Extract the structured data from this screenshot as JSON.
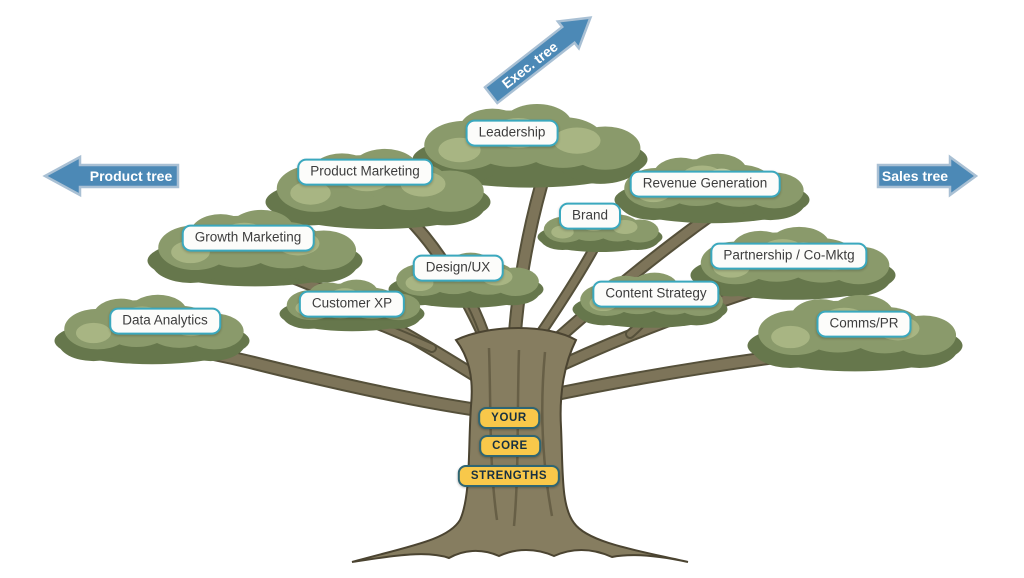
{
  "arrows": {
    "exec": {
      "label": "Exec. tree"
    },
    "product": {
      "label": "Product tree"
    },
    "sales": {
      "label": "Sales tree"
    }
  },
  "branches": {
    "leadership": {
      "label": "Leadership"
    },
    "product_marketing": {
      "label": "Product Marketing"
    },
    "revenue_generation": {
      "label": "Revenue Generation"
    },
    "brand": {
      "label": "Brand"
    },
    "growth_marketing": {
      "label": "Growth Marketing"
    },
    "design_ux": {
      "label": "Design/UX"
    },
    "partnership": {
      "label": "Partnership / Co-Mktg"
    },
    "customer_xp": {
      "label": "Customer XP"
    },
    "content_strategy": {
      "label": "Content Strategy"
    },
    "data_analytics": {
      "label": "Data Analytics"
    },
    "comms_pr": {
      "label": "Comms/PR"
    }
  },
  "trunk": {
    "items": [
      "YOUR",
      "CORE",
      "STRENGTHS"
    ]
  },
  "colors": {
    "arrow_blue": "#4c89b6",
    "label_border_teal": "#3aa8be",
    "chip_yellow": "#f8c84a",
    "chip_border_teal": "#2e6573",
    "foliage_green": "#8a9a6b",
    "bark_brown": "#867d60"
  }
}
